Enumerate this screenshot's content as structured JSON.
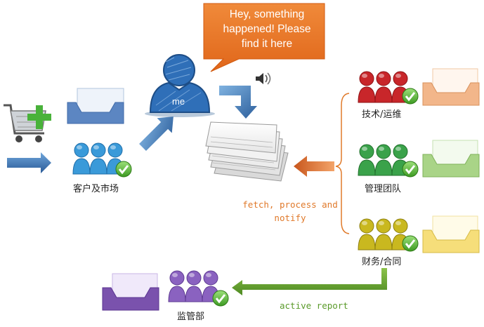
{
  "bubble": {
    "text": "Hey, something\nhappened! Please\nfind it here"
  },
  "me": {
    "label": "me"
  },
  "groups": {
    "customer": {
      "label": "客户及市场",
      "color": "#3a9ad9"
    },
    "tech": {
      "label": "技术/运维",
      "color": "#c8262a"
    },
    "management": {
      "label": "管理团队",
      "color": "#3aa24a"
    },
    "finance": {
      "label": "财务/合同",
      "color": "#c9b81f"
    },
    "regulator": {
      "label": "监管部",
      "color": "#8a62c0"
    }
  },
  "flows": {
    "fetch_notify": "fetch, process and\nnotify",
    "active_report": "active report"
  },
  "icons": [
    "shopping-cart-icon",
    "inbox-tray-icon",
    "people-group-icon",
    "check-badge-icon",
    "speaker-icon",
    "document-stack-icon",
    "user-icon"
  ]
}
